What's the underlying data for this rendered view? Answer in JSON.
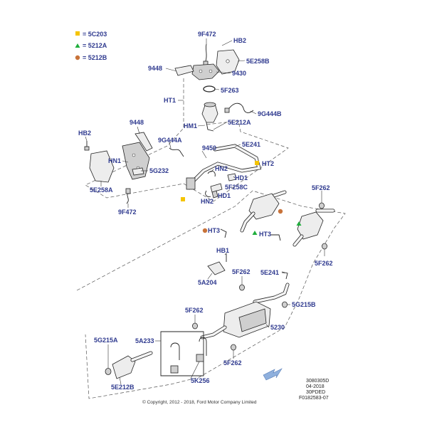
{
  "legend": [
    {
      "shape": "square",
      "color": "#f5c400",
      "label": "= 5C203"
    },
    {
      "shape": "triangle",
      "color": "#1fae3c",
      "label": "= 5212A"
    },
    {
      "shape": "circle",
      "color": "#c8733a",
      "label": "= 5212B"
    }
  ],
  "labels": {
    "l_9f472_top": "9F472",
    "l_hb2_top": "HB2",
    "l_5e258b": "5E258B",
    "l_9448_top": "9448",
    "l_9430": "9430",
    "l_5f263": "5F263",
    "l_ht1": "HT1",
    "l_9g444b": "9G444B",
    "l_hm1": "HM1",
    "l_5e212a": "5E212A",
    "l_9448_left": "9448",
    "l_hb2_left": "HB2",
    "l_9g444a": "9G444A",
    "l_5e241_top": "5E241",
    "l_hn1": "HN1",
    "l_9450": "9450",
    "l_ht2": "HT2",
    "l_5g232": "5G232",
    "l_hn2_a": "HN2",
    "l_hd1_a": "HD1",
    "l_5f258c": "5F258C",
    "l_hd1_b": "HD1",
    "l_5e258a": "5E258A",
    "l_hn2_b": "HN2",
    "l_5f262_r1": "5F262",
    "l_9f472_bot": "9F472",
    "l_ht3_left": "HT3",
    "l_ht3_right": "HT3",
    "l_hb1": "HB1",
    "l_5f262_r2": "5F262",
    "l_5f262_mid": "5F262",
    "l_5e241_mid": "5E241",
    "l_5a204": "5A204",
    "l_5g215b": "5G215B",
    "l_5f262_lo": "5F262",
    "l_5230": "5230",
    "l_5g215a": "5G215A",
    "l_5a233": "5A233",
    "l_5f262_bot": "5F262",
    "l_5k256": "5K256",
    "l_5e212b": "5E212B"
  },
  "reference": [
    "3080305D",
    "04-2018",
    "30PDED",
    "F0182583-07"
  ],
  "copyright": "© Copyright, 2012 - 2018, Ford Motor Company Limited",
  "colors": {
    "label": "#2f3a8f",
    "arrow": "#8fb0dd"
  }
}
